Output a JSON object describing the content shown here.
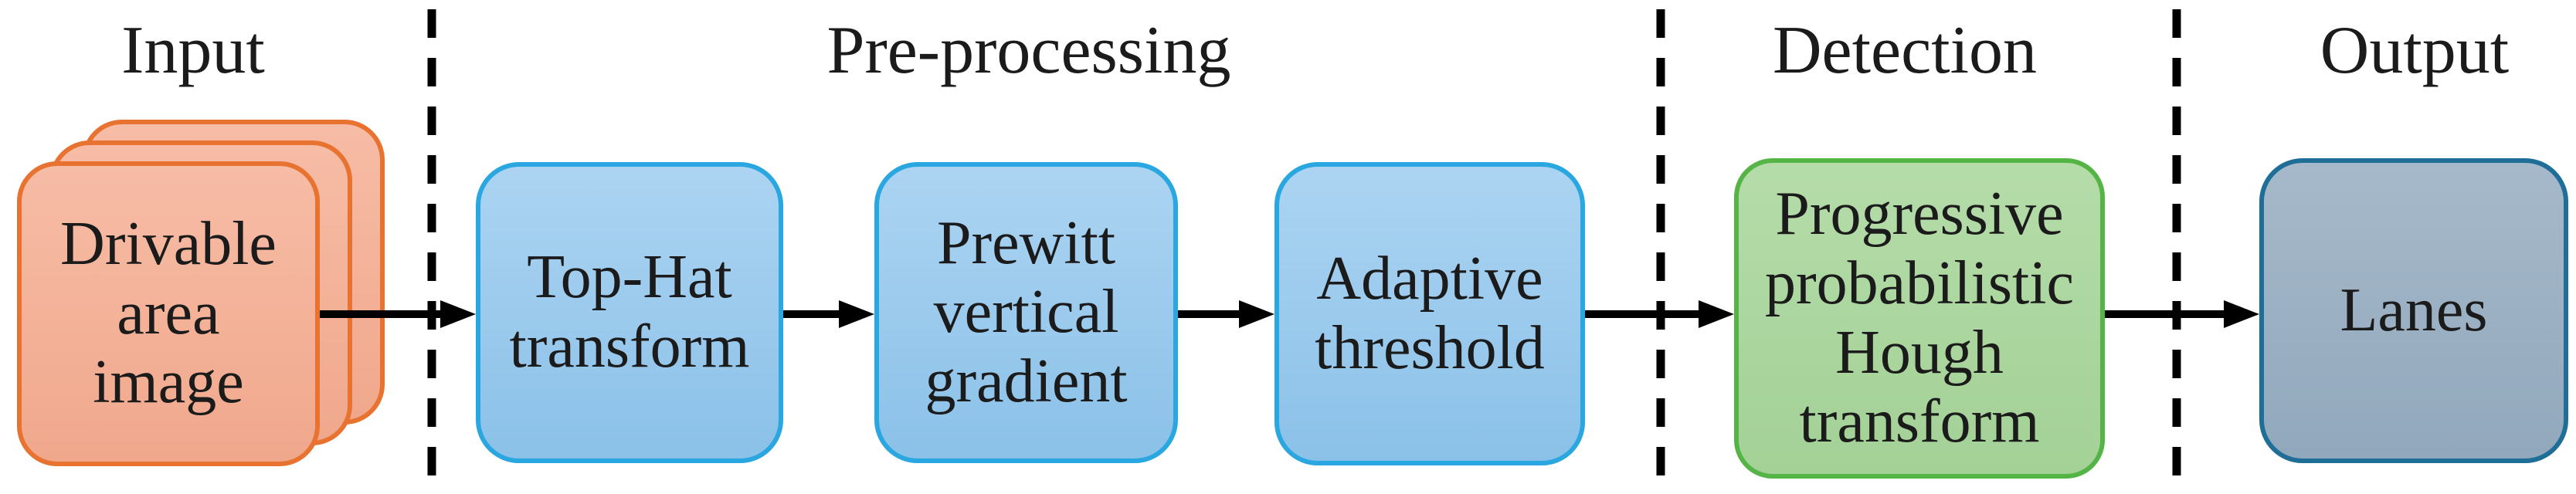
{
  "sections": {
    "input": "Input",
    "preprocessing": "Pre-processing",
    "detection": "Detection",
    "output": "Output"
  },
  "nodes": {
    "input_image": "Drivable\narea\nimage",
    "top_hat": "Top-Hat\ntransform",
    "prewitt": "Prewitt\nvertical\ngradient",
    "adaptive": "Adaptive\nthreshold",
    "hough": "Progressive\nprobabilistic\nHough\ntransform",
    "lanes": "Lanes"
  },
  "flow": [
    "Drivable area image -> Top-Hat transform",
    "Top-Hat transform -> Prewitt vertical gradient",
    "Prewitt vertical gradient -> Adaptive threshold",
    "Adaptive threshold -> Progressive probabilistic Hough transform",
    "Progressive probabilistic Hough transform -> Lanes"
  ],
  "colors": {
    "text": "#1b1b1b",
    "arrow": "#000000",
    "orange_border": "#e8722f",
    "orange_fill_top": "#f7bca6",
    "orange_fill_bottom": "#f0a88c",
    "blue_border": "#2aa7e0",
    "blue_fill_top": "#acd4f2",
    "blue_fill_bottom": "#8bc1e8",
    "green_border": "#54b445",
    "green_fill_top": "#b5dca9",
    "green_fill_bottom": "#a3d196",
    "output_border": "#1f6e98",
    "output_fill_top": "#a6b9ca",
    "output_fill_bottom": "#92a8bc"
  }
}
